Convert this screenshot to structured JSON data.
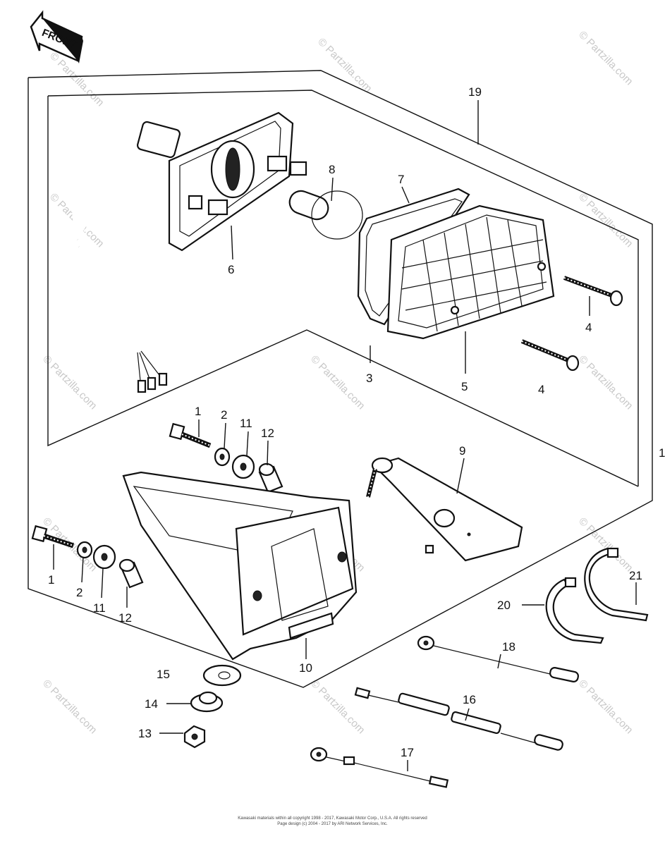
{
  "front_badge": "FRONT",
  "watermark": "© Partzilla.com",
  "copyright_line_1": "Kawasaki materials within all copyright 1998 - 2017, Kawasaki Motor Corp., U.S.A. All rights reserved",
  "copyright_line_2": "Page design (c) 2004 - 2017 by ARI Network Services, Inc.",
  "edge_mark": "19",
  "callouts": {
    "c19": "19",
    "c8": "8",
    "c7": "7",
    "c6": "6",
    "c4a": "4",
    "c4b": "4",
    "c3": "3",
    "c5": "5",
    "c1a": "1",
    "c2a": "2",
    "c11a": "11",
    "c12a": "12",
    "c9": "9",
    "c1b": "1",
    "c2b": "2",
    "c11b": "11",
    "c12b": "12",
    "c10": "10",
    "c15": "15",
    "c14": "14",
    "c13": "13",
    "c20": "20",
    "c21": "21",
    "c18": "18",
    "c16": "16",
    "c17": "17"
  }
}
